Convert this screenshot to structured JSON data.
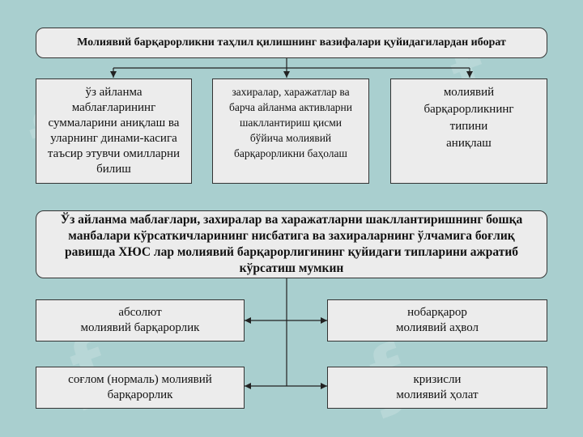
{
  "header": {
    "title": "Молиявий барқарорликни таҳлил қилишнинг вазифалари қуйидагилардан иборат"
  },
  "tasks": [
    {
      "text": "ўз айланма\nмаблағларининг\nсуммаларини аниқлаш ва\nуларнинг динами-касига\nтаъсир этувчи омилларни\nбилиш"
    },
    {
      "text": "захиралар, харажатлар ва\nбарча айланма активларни\nшакллантириш қисми\nбўйича молиявий\nбарқарорликни баҳолаш"
    },
    {
      "text": "молиявий\nбарқарорликнинг\nтипини\nаниқлаш"
    }
  ],
  "middle": {
    "text": "Ўз айланма маблағлари, захиралар ва харажатларни шакллантиришнинг бошқа манбалари кўрсаткичларининг нисбатига ва захираларнинг ўлчамига боғлиқ равишда ХЮС лар молиявий барқарорлигининг қуйидаги типларини ажратиб кўрсатиш мумкин"
  },
  "types": [
    {
      "text": "абсолют\nмолиявий барқарорлик"
    },
    {
      "text": "нобарқарор\nмолиявий  аҳвол"
    },
    {
      "text": "соғлом (нормаль) молиявий\nбарқарорлик"
    },
    {
      "text": "кризисли\nмолиявий ҳолат"
    }
  ]
}
